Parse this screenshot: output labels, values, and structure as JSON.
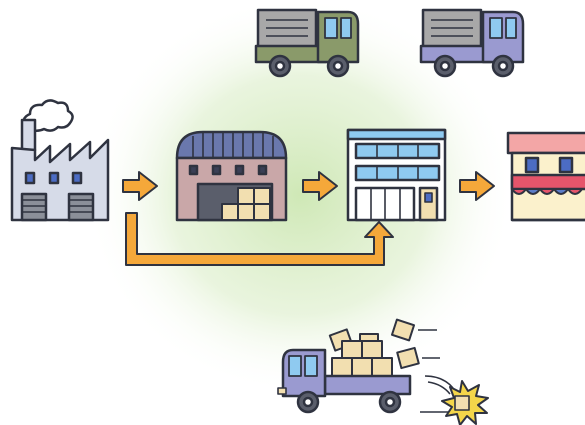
{
  "diagram": {
    "kind": "supply-chain-illustration",
    "nodes": [
      {
        "id": "factory",
        "icon": "factory-icon"
      },
      {
        "id": "warehouse",
        "icon": "warehouse-icon"
      },
      {
        "id": "distribution-center",
        "icon": "building-icon"
      },
      {
        "id": "retail-store",
        "icon": "store-icon"
      }
    ],
    "edges": [
      {
        "from": "factory",
        "to": "warehouse",
        "style": "straight-arrow"
      },
      {
        "from": "warehouse",
        "to": "distribution-center",
        "style": "straight-arrow"
      },
      {
        "from": "distribution-center",
        "to": "retail-store",
        "style": "straight-arrow"
      },
      {
        "from": "factory",
        "to": "distribution-center",
        "style": "bypass-arrow"
      }
    ],
    "vehicles": [
      {
        "icon": "green-truck-icon",
        "body_color": "#8a9a6a"
      },
      {
        "icon": "purple-truck-icon",
        "body_color": "#9a9ad0"
      },
      {
        "icon": "crashing-truck-icon",
        "body_color": "#9a9ad0",
        "event": "collision-burst"
      }
    ],
    "colors": {
      "outline": "#2f3340",
      "arrow": "#f5a83a",
      "glow": "#dbefc8",
      "warehouse_wall": "#c9a7a8",
      "warehouse_roof": "#6a78ad",
      "building": "#8fcaf0",
      "store_awning_red": "#e5556b",
      "store_awning_blue": "#5b7cc7",
      "box": "#f2dfb0",
      "burst": "#f4d64a"
    }
  }
}
